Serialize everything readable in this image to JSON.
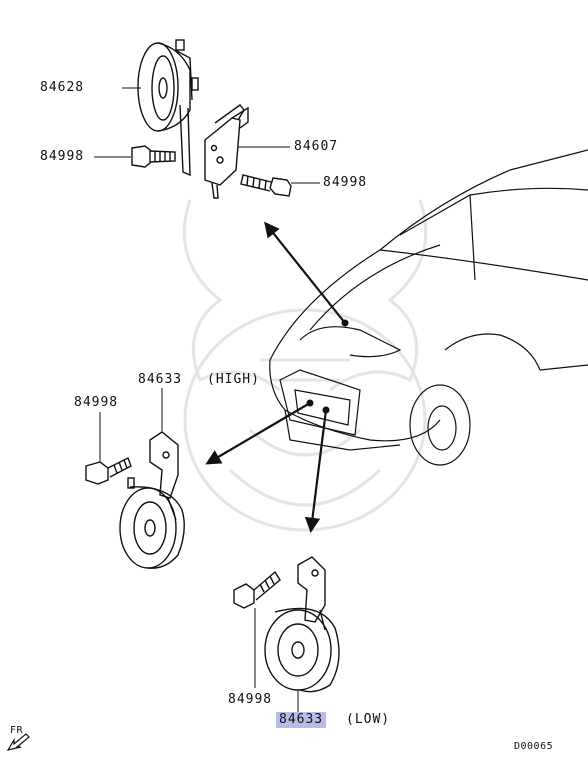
{
  "parts": {
    "horn_top": "84628",
    "bolt_top_left": "84998",
    "bracket_top": "84607",
    "bolt_top_right": "84998",
    "bracket_high": "84633",
    "bracket_high_note": "(HIGH)",
    "bolt_high": "84998",
    "bolt_low": "84998",
    "bracket_low": "84633",
    "bracket_low_note": "(LOW)"
  },
  "direction": {
    "label": "FR"
  },
  "diagram_code": "D00065",
  "colors": {
    "highlight": "#b8bce8",
    "line": "#111111"
  }
}
